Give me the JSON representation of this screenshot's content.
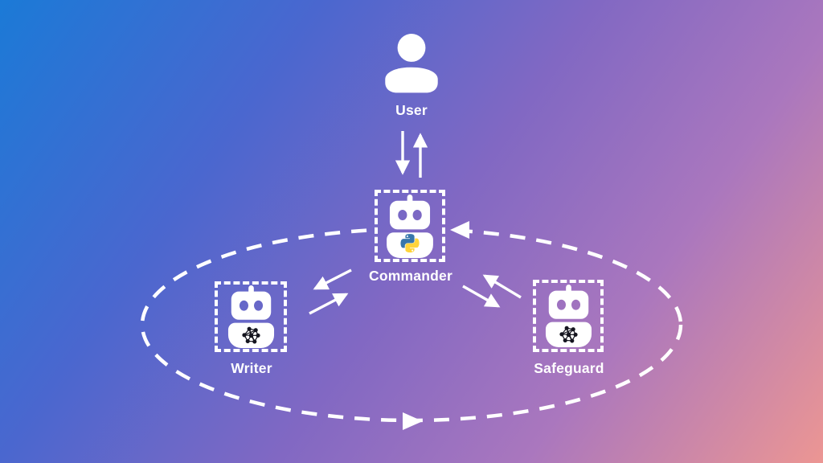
{
  "diagram": {
    "nodes": {
      "user": {
        "label": "User",
        "icon": "person-icon"
      },
      "commander": {
        "label": "Commander",
        "icon": "robot-icon",
        "badge": "python-logo"
      },
      "writer": {
        "label": "Writer",
        "icon": "robot-icon",
        "badge": "neural-network-icon"
      },
      "safeguard": {
        "label": "Safeguard",
        "icon": "robot-icon",
        "badge": "neural-network-icon"
      }
    },
    "edges": [
      {
        "from": "user",
        "to": "commander",
        "style": "solid-arrow"
      },
      {
        "from": "commander",
        "to": "user",
        "style": "solid-arrow"
      },
      {
        "from": "commander",
        "to": "writer",
        "style": "solid-arrow"
      },
      {
        "from": "writer",
        "to": "commander",
        "style": "solid-arrow"
      },
      {
        "from": "commander",
        "to": "safeguard",
        "style": "solid-arrow"
      },
      {
        "from": "safeguard",
        "to": "commander",
        "style": "solid-arrow"
      },
      {
        "cycle": "writer-safeguard-commander",
        "style": "dashed-ellipse",
        "arrowheads": [
          "bottom-center-right",
          "into-commander-left"
        ]
      }
    ],
    "colors": {
      "gradient_stops": [
        "#1b7ad7",
        "#4a67cf",
        "#8168c3",
        "#aa77be",
        "#ec9693"
      ],
      "line_color": "#ffffff",
      "text_color": "#ffffff",
      "box_border": "#ffffff",
      "python_blue": "#3776ab",
      "python_yellow": "#ffd43b",
      "neural_glyph_dark": "#15151f"
    }
  }
}
